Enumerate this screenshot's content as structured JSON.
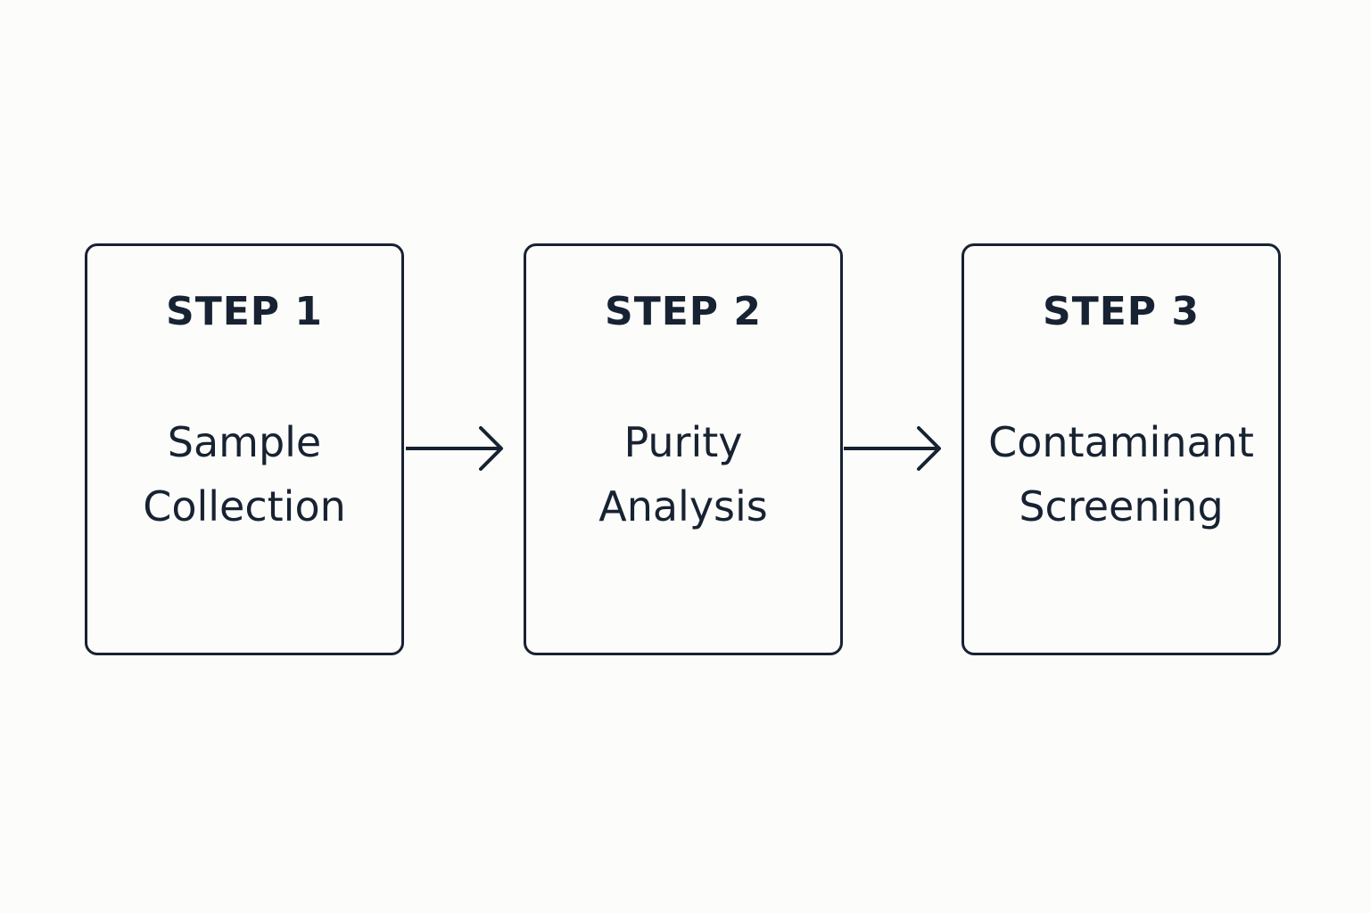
{
  "steps": [
    {
      "title": "STEP 1",
      "line1": "Sample",
      "line2": "Collection"
    },
    {
      "title": "STEP 2",
      "line1": "Purity",
      "line2": "Analysis"
    },
    {
      "title": "STEP 3",
      "line1": "Contaminant",
      "line2": "Screening"
    }
  ],
  "colors": {
    "background": "#fcfcfa",
    "stroke": "#172232"
  },
  "connectors": [
    {
      "from": "STEP 1",
      "to": "STEP 2",
      "icon": "right-arrow-icon"
    },
    {
      "from": "STEP 2",
      "to": "STEP 3",
      "icon": "right-arrow-icon"
    }
  ]
}
